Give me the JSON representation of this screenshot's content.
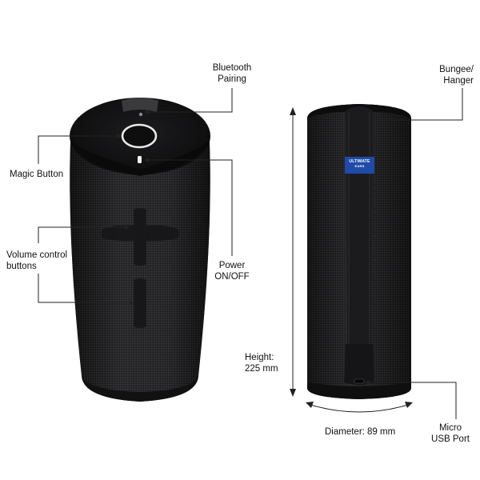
{
  "labels": {
    "bluetooth_pairing": [
      "Bluetooth",
      "Pairing"
    ],
    "magic_button": "Magic Button",
    "volume_control": [
      "Volume control",
      "buttons"
    ],
    "power": [
      "Power",
      "ON/OFF"
    ],
    "bungee_hanger": [
      "Bungee/",
      "Hanger"
    ],
    "height": [
      "Height:",
      "225 mm"
    ],
    "diameter": "Diameter: 89 mm",
    "micro_usb": [
      "Micro",
      "USB Port"
    ]
  },
  "badge": {
    "line1": "ULTIMATE",
    "line2": "EARS"
  },
  "colors": {
    "body": "#262628",
    "body_dark": "#141416",
    "strap": "#1b1b1d",
    "badge": "#1f4ba8",
    "leader": "#222222",
    "ring": "#e9e9e9"
  }
}
